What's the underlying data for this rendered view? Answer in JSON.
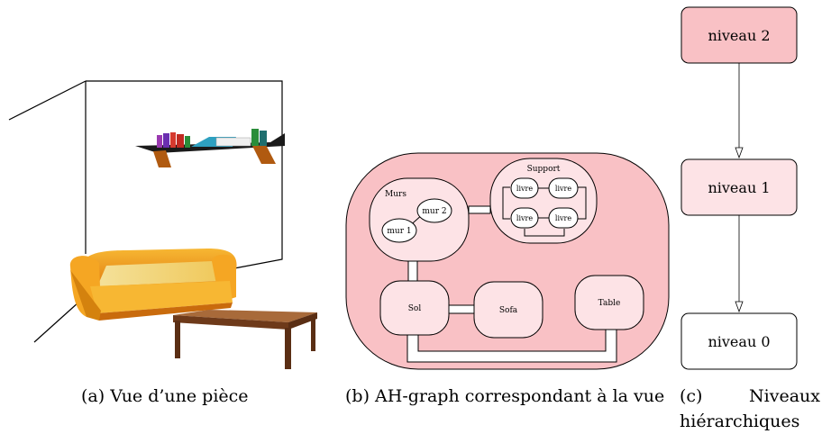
{
  "panel_a": {
    "caption": "(a) Vue d’une pièce"
  },
  "panel_b": {
    "caption": "(b) AH-graph correspondant à la vue",
    "nodes": {
      "murs": "Murs",
      "mur1": "mur 1",
      "mur2": "mur 2",
      "support": "Support",
      "livre_1": "livre",
      "livre_2": "livre",
      "livre_3": "livre",
      "livre_4": "livre",
      "sol": "Sol",
      "sofa": "Sofa",
      "table": "Table"
    },
    "colors": {
      "level2_fill": "#f9c1c5",
      "node_fill": "#fde3e6",
      "outline": "#000000"
    }
  },
  "panel_c": {
    "caption_word1": "(c)",
    "caption_word2": "Niveaux",
    "caption_line2": "hiérarchiques",
    "levels": [
      {
        "label": "niveau 2",
        "fill": "#f9c1c5"
      },
      {
        "label": "niveau 1",
        "fill": "#fde3e6"
      },
      {
        "label": "niveau 0",
        "fill": "#ffffff"
      }
    ]
  }
}
